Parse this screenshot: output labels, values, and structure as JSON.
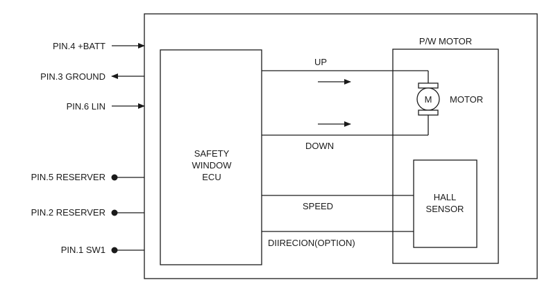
{
  "pins": {
    "batt": "PIN.4 +BATT",
    "ground": "PIN.3 GROUND",
    "lin": "PIN.6 LIN",
    "reserver5": "PIN.5 RESERVER",
    "reserver2": "PIN.2 RESERVER",
    "sw1": "PIN.1 SW1"
  },
  "ecu": {
    "line1": "SAFETY",
    "line2": "WINDOW",
    "line3": "ECU"
  },
  "motor_block": {
    "title": "P/W MOTOR",
    "motor_symbol": "M",
    "motor_label": "MOTOR"
  },
  "hall_sensor": {
    "line1": "HALL",
    "line2": "SENSOR"
  },
  "signals": {
    "up": "UP",
    "down": "DOWN",
    "speed": "SPEED",
    "direction": "DIIRECION(OPTION)"
  }
}
